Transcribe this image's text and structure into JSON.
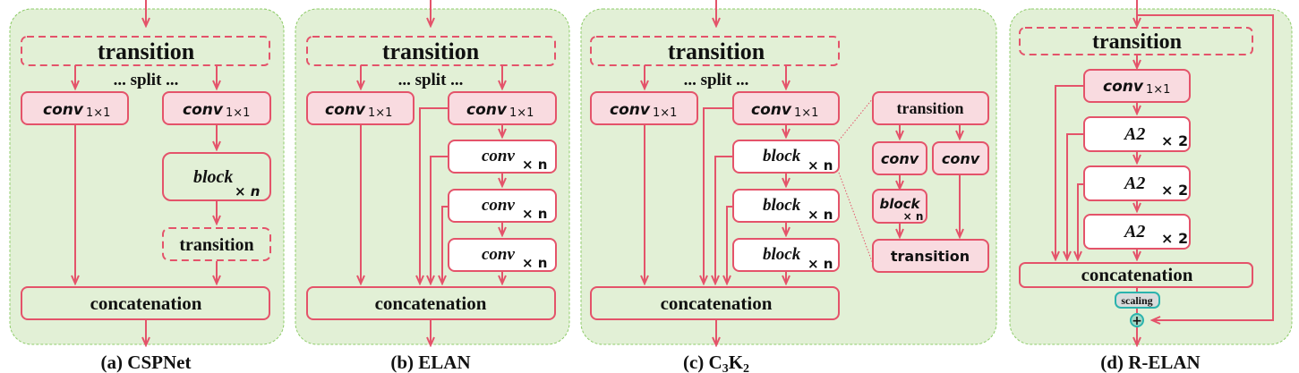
{
  "colors": {
    "panel_fill": "#e2f0d6",
    "panel_border": "#8fcc6a",
    "edge": "#e4536a",
    "box_pink_fill": "#f9dbe0",
    "box_white_fill": "#ffffff",
    "scaling_border": "#2bb3ad",
    "scaling_fill": "#d9dcdc"
  },
  "labels": {
    "transition": "transition",
    "split": "... split ...",
    "conv": "conv",
    "sub_1x1": "1×1",
    "block": "block",
    "times_n": "× n",
    "times_2": "× 2",
    "a2": "A2",
    "concatenation": "concatenation",
    "scaling": "scaling",
    "plus": "+"
  },
  "panels": [
    {
      "id": "a",
      "caption": "(a) CSPNet"
    },
    {
      "id": "b",
      "caption": "(b) ELAN"
    },
    {
      "id": "c",
      "caption_prefix": "(c) C",
      "caption_sub1": "3",
      "caption_mid": "K",
      "caption_sub2": "2"
    },
    {
      "id": "d",
      "caption": "(d) R-ELAN"
    }
  ]
}
